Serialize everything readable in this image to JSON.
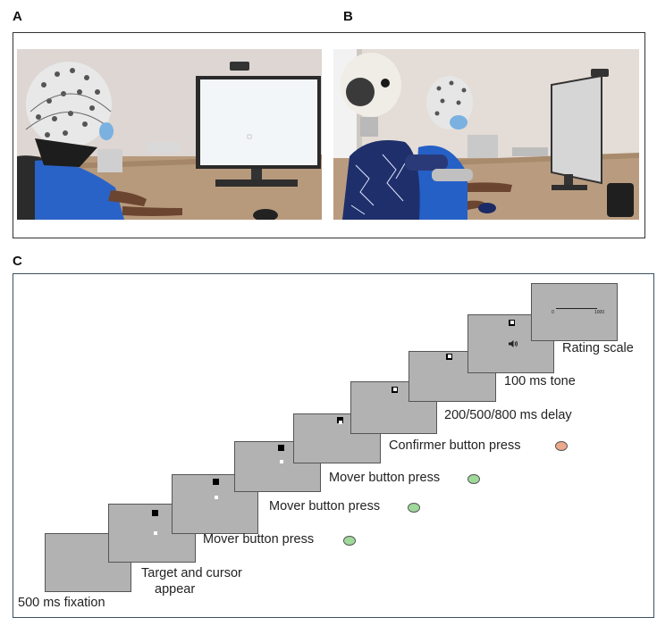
{
  "panels": {
    "a": "A",
    "b": "B",
    "c": "C"
  },
  "steps": [
    {
      "label": "500 ms fixation"
    },
    {
      "label": "Target and cursor",
      "label2": "appear"
    },
    {
      "label": "Mover button press",
      "dot": "green"
    },
    {
      "label": "Mover button press",
      "dot": "green"
    },
    {
      "label": "Mover button press",
      "dot": "green"
    },
    {
      "label": "Confirmer button press",
      "dot": "orange"
    },
    {
      "label": "200/500/800 ms delay"
    },
    {
      "label": "100 ms tone"
    },
    {
      "label": "Rating scale",
      "scale_min": "0",
      "scale_max": "1000"
    }
  ],
  "colors": {
    "green_dot": "#9fd99a",
    "orange_dot": "#eba88a",
    "screen": "#b3b2b2"
  },
  "icons": {
    "tone": "speaker-icon"
  }
}
